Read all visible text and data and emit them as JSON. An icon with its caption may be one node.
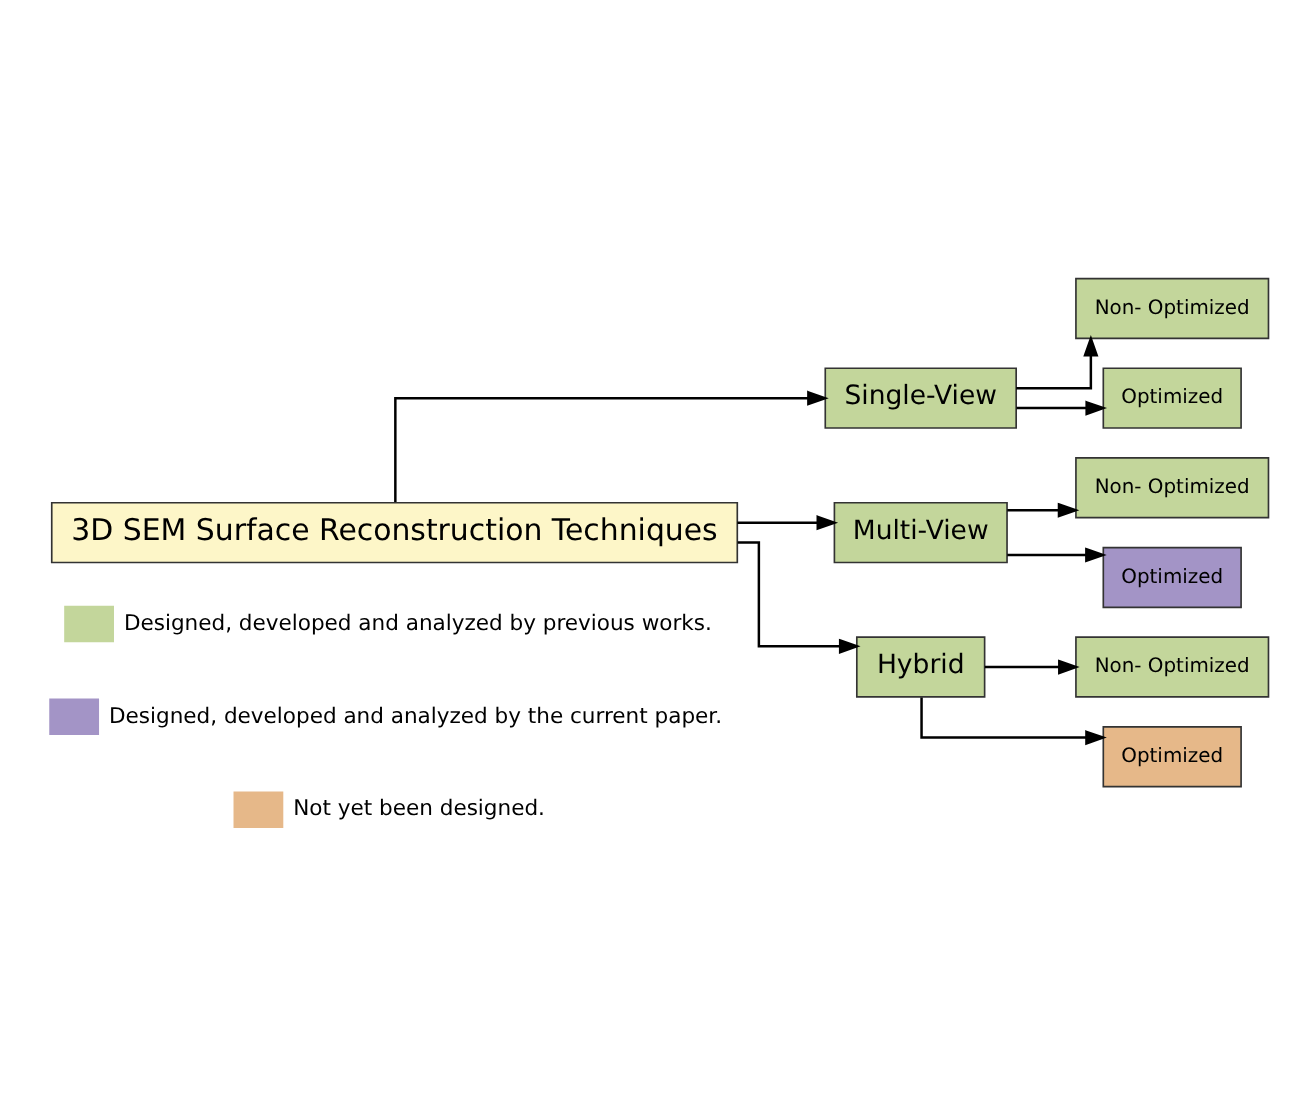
{
  "diagram": {
    "nodes": [
      {
        "text": [
          "3D SEM Surface Reconstruction Techniques"
        ]
      },
      {
        "text": [
          "Single-View"
        ]
      },
      {
        "text": [
          "Multi-View"
        ]
      },
      {
        "text": [
          "Hybrid"
        ]
      },
      {
        "text": [
          "Non- Optimized"
        ]
      },
      {
        "text": [
          "Optimized"
        ]
      },
      {
        "text": [
          "Non- Optimized"
        ]
      },
      {
        "text": [
          "Optimized"
        ]
      },
      {
        "text": [
          "Non- Optimized"
        ]
      },
      {
        "text": [
          "Optimized"
        ]
      }
    ],
    "edges": [
      {
        "from": 0,
        "to": 1,
        "arrow": "to"
      },
      {
        "from": 0,
        "to": 2,
        "arrow": "to"
      },
      {
        "from": 0,
        "to": 3,
        "arrow": "to"
      },
      {
        "from": 1,
        "to": 4,
        "arrow": "to"
      },
      {
        "from": 1,
        "to": 5,
        "arrow": "to"
      },
      {
        "from": 2,
        "to": 6,
        "arrow": "to"
      },
      {
        "from": 2,
        "to": 7,
        "arrow": "to"
      },
      {
        "from": 3,
        "to": 8,
        "arrow": "to"
      },
      {
        "from": 3,
        "to": 9,
        "arrow": "to"
      }
    ],
    "legend": [
      {
        "text": "Designed, developed and analyzed by previous works.",
        "color": "#c3d69b"
      },
      {
        "text": "Designed, developed and analyzed by the current paper.",
        "color": "#a394c6"
      },
      {
        "text": "Not yet been designed.",
        "color": "#e6b889"
      }
    ]
  }
}
